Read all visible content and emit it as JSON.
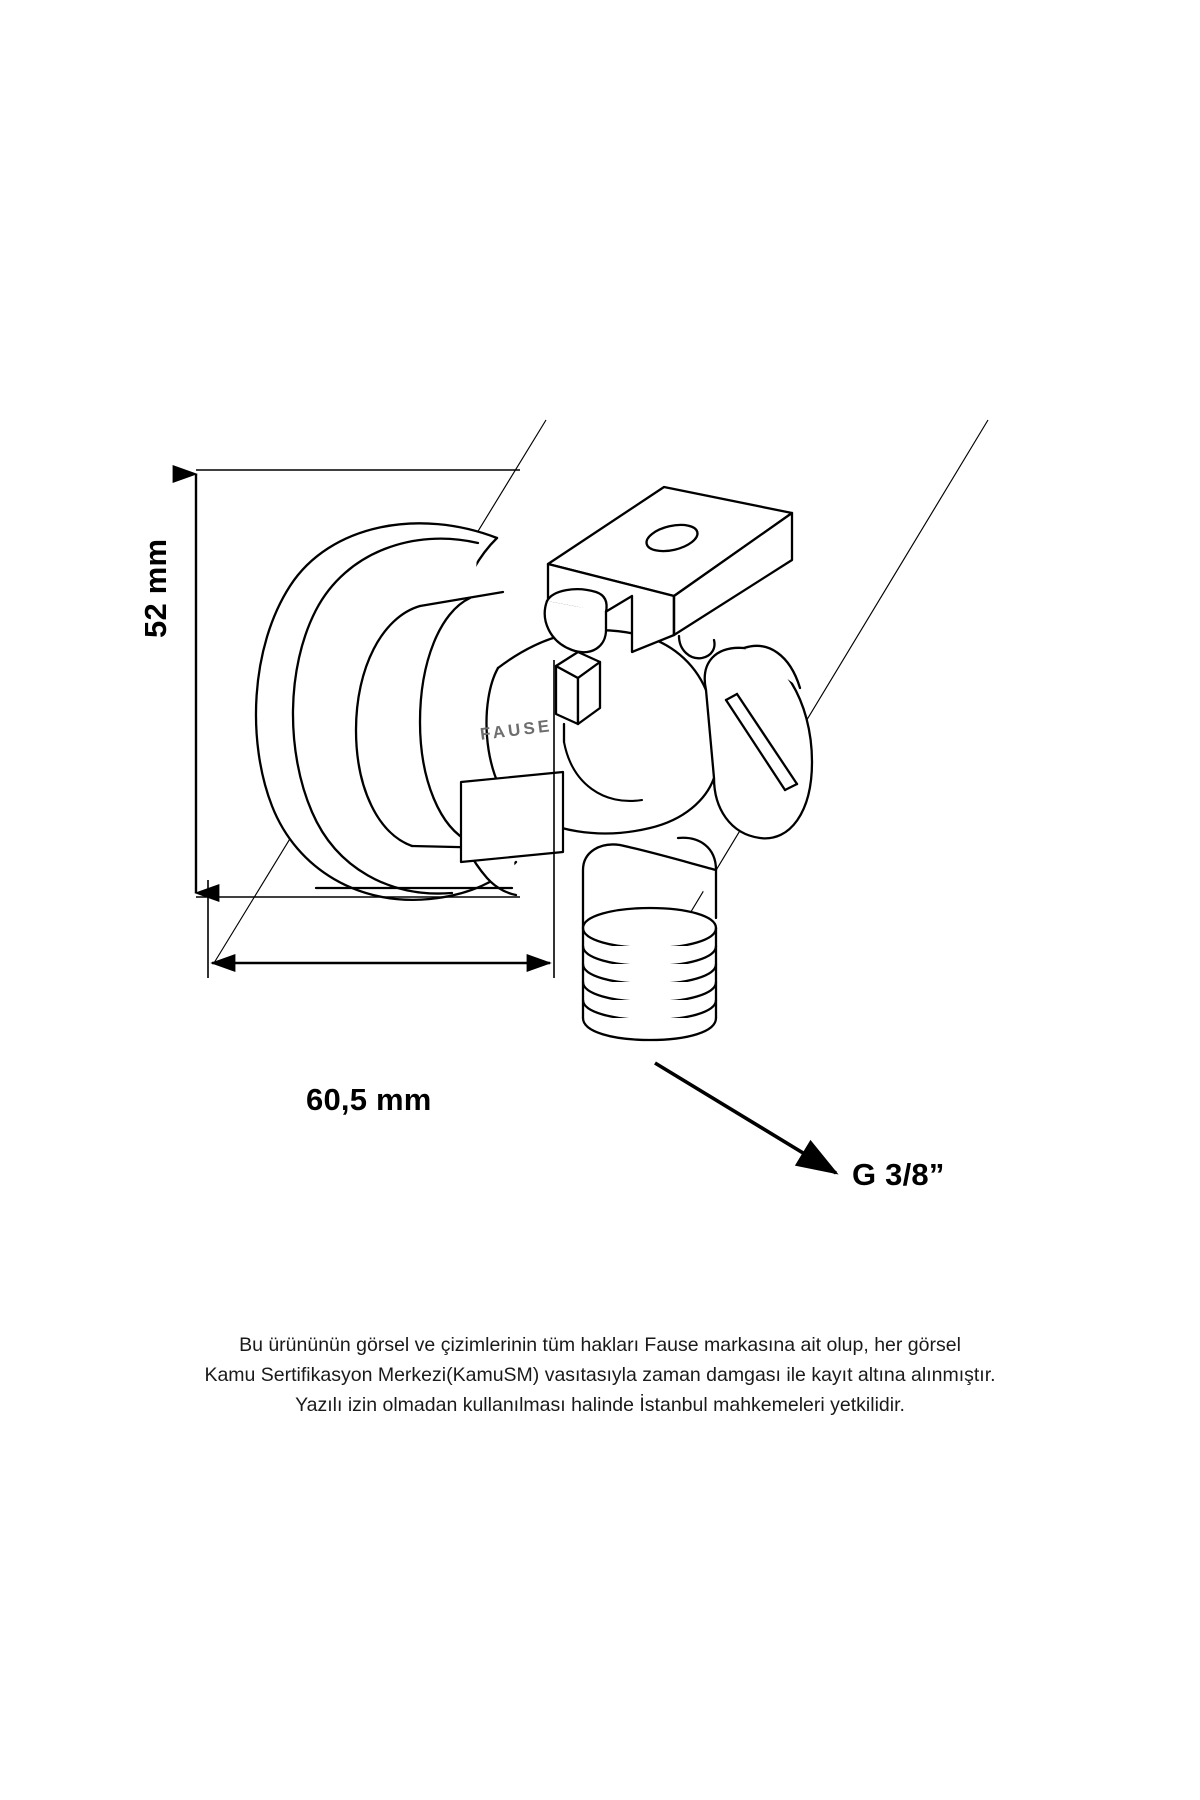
{
  "document": {
    "type": "technical-product-drawing",
    "background_color": "#ffffff",
    "line_color": "#000000"
  },
  "product": {
    "brand_plate_text": "FAUSE",
    "brand_plate_color": "#6e6e6e"
  },
  "dimensions": {
    "height": {
      "value": "52 mm",
      "orientation": "vertical",
      "position": "left"
    },
    "width": {
      "value": "60,5 mm",
      "orientation": "horizontal",
      "position": "bottom"
    }
  },
  "annotations": {
    "thread_callout": {
      "label": "G 3/8”",
      "leader": "arrow pointing up-left to threaded outlet"
    }
  },
  "footer": {
    "lines": [
      "Bu ürününün görsel ve çizimlerinin tüm hakları Fause markasına ait olup, her görsel",
      "Kamu Sertifikasyon Merkezi(KamuSM) vasıtasıyla zaman damgası ile kayıt altına alınmıştır.",
      "Yazılı izin olmadan kullanılması halinde İstanbul mahkemeleri yetkilidir."
    ]
  }
}
